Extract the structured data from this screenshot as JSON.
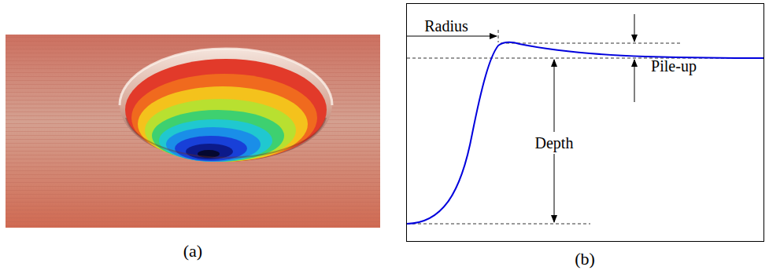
{
  "diagram": {
    "labels": [
      "Radius",
      "Pile-up",
      "Depth",
      "(a)",
      "(b)"
    ]
  }
}
